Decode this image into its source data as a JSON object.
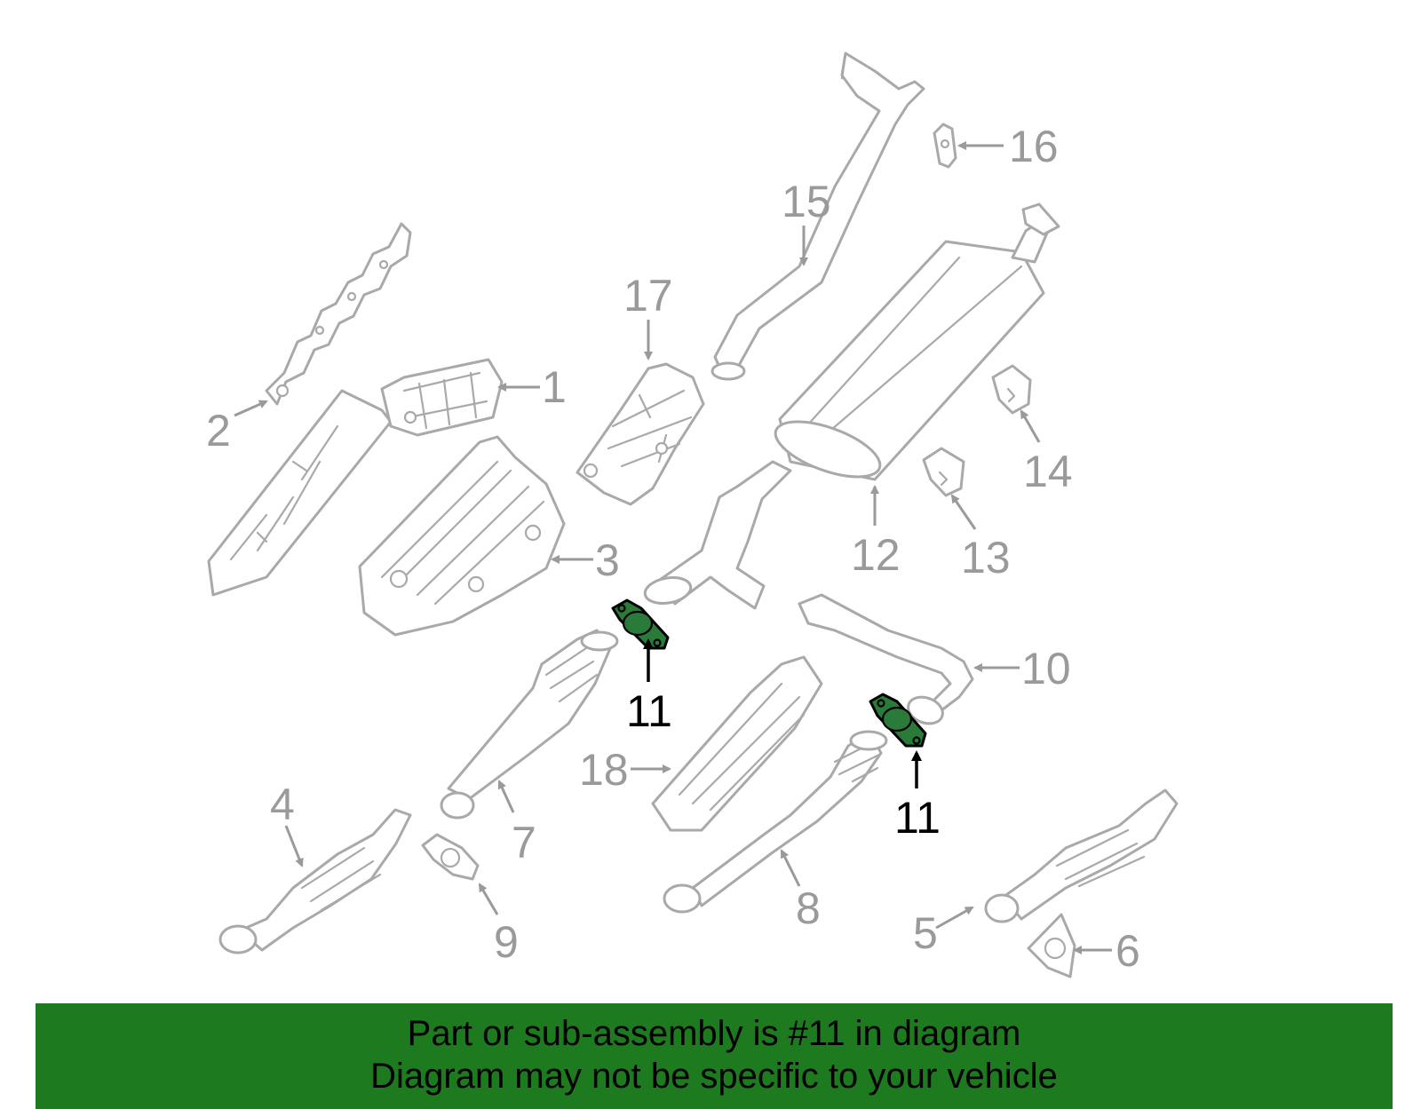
{
  "callouts": {
    "c1": "1",
    "c2": "2",
    "c3": "3",
    "c4": "4",
    "c5": "5",
    "c6": "6",
    "c7": "7",
    "c8": "8",
    "c9": "9",
    "c10": "10",
    "c11a": "11",
    "c11b": "11",
    "c12": "12",
    "c13": "13",
    "c14": "14",
    "c15": "15",
    "c16": "16",
    "c17": "17",
    "c18": "18"
  },
  "banner": {
    "line1": "Part or sub-assembly is #11 in diagram",
    "line2": "Diagram may not be specific to your vehicle"
  },
  "colors": {
    "highlight": "#2a7a3a",
    "banner": "#1e7a1e",
    "part_stroke": "#a9a9a9"
  }
}
